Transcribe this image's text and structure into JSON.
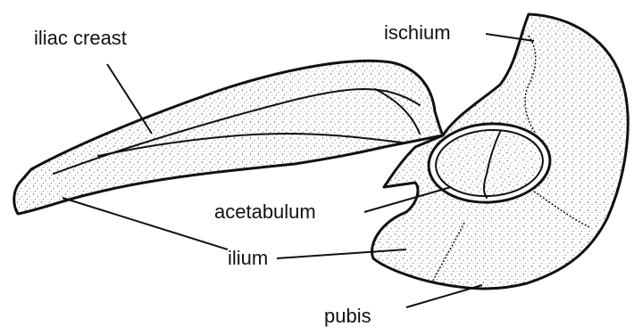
{
  "labels": {
    "iliac_crest": "iliac creast",
    "ischium": "ischium",
    "acetabulum": "acetabulum",
    "ilium": "ilium",
    "pubis": "pubis"
  }
}
